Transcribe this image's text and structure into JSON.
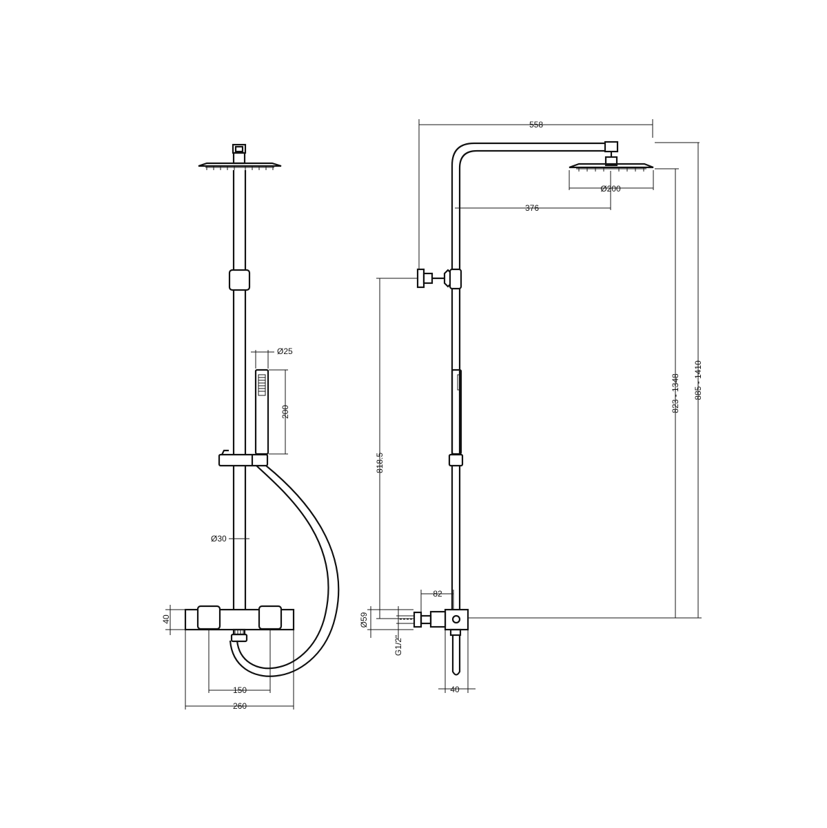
{
  "dimensions": {
    "rail_length": "558",
    "head_diameter": "Ø200",
    "arm_projection": "376",
    "handset_diameter": "Ø25",
    "handset_length": "200",
    "bracket_height": "818.5",
    "rail_diameter": "Ø30",
    "head_height_range": "823 - 1348",
    "overall_height_range": "885 - 1410",
    "inlet_offset": "82",
    "inlet_diameter": "Ø59",
    "inlet_thread": "G1/2\"",
    "body_height": "40",
    "body_depth": "40",
    "inlet_centres": "150",
    "body_width": "260"
  }
}
